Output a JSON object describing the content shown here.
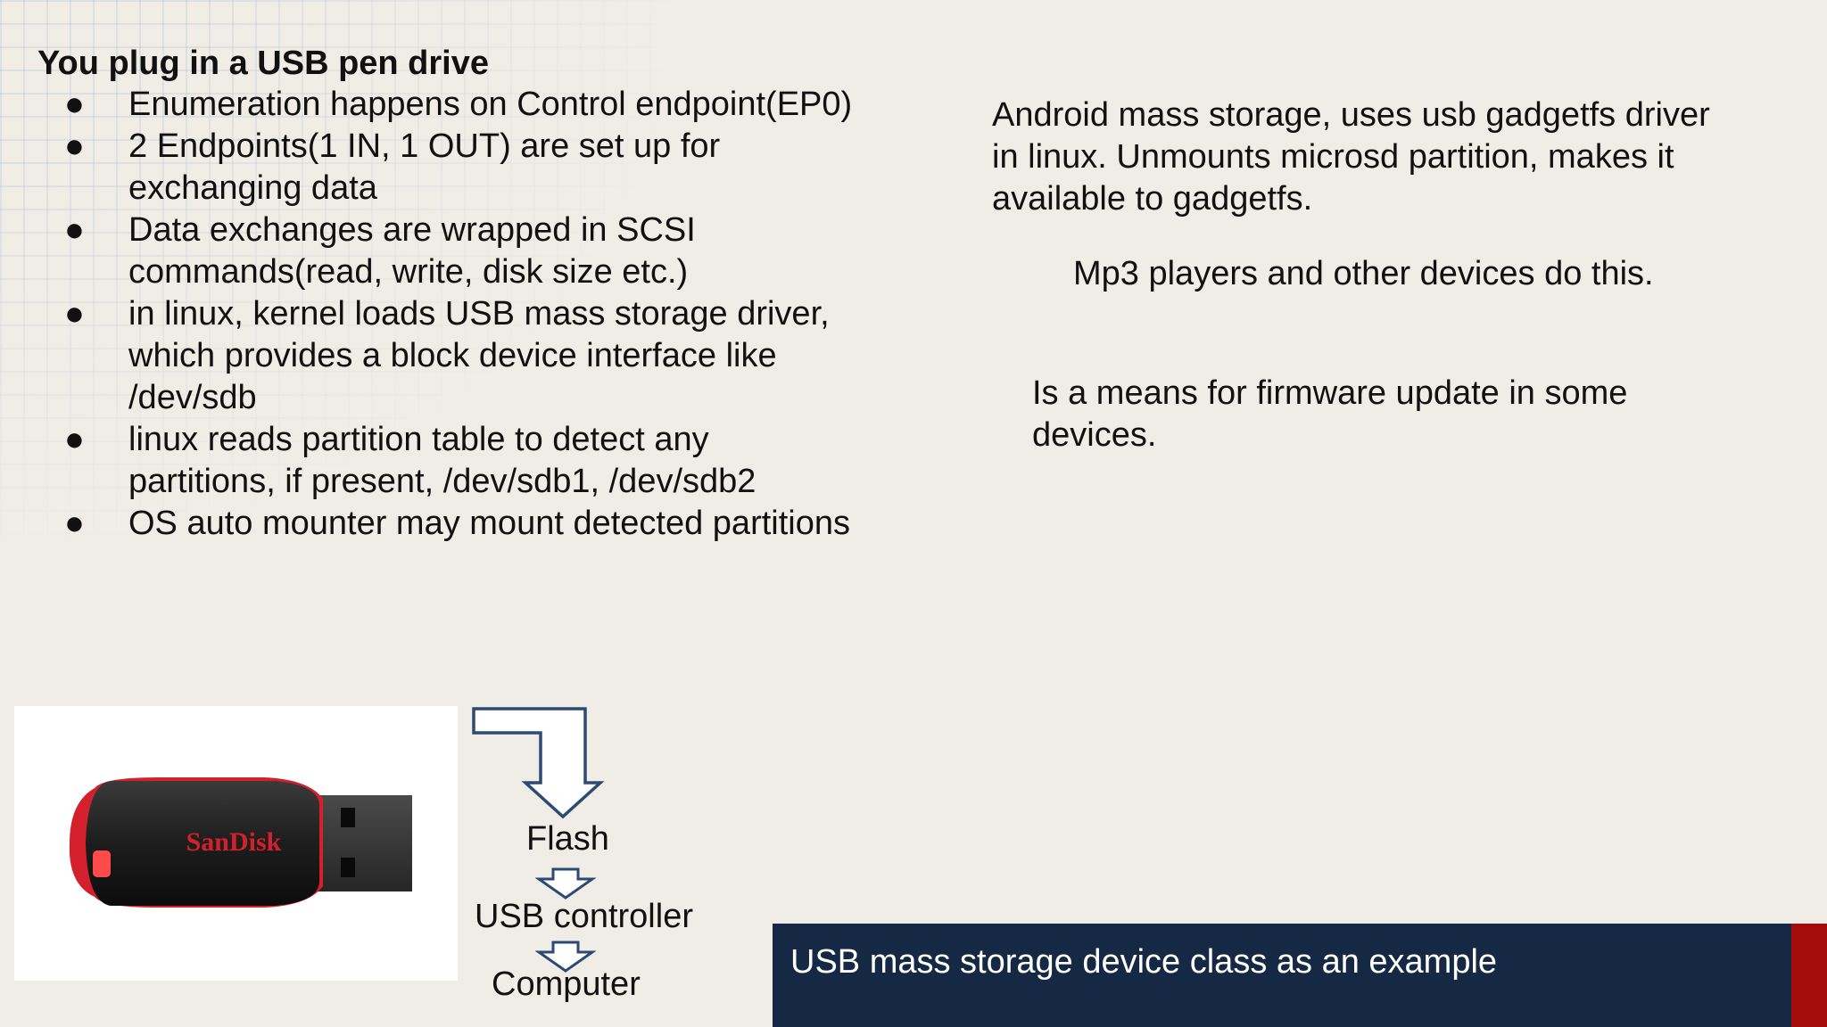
{
  "slide": {
    "heading": "You plug in a USB pen drive",
    "bullet_glyph": "●",
    "bullets": [
      {
        "lines": [
          "Enumeration happens on Control endpoint(EP0)"
        ]
      },
      {
        "lines": [
          "2 Endpoints(1 IN, 1 OUT) are set up for",
          "exchanging data"
        ]
      },
      {
        "lines": [
          "Data exchanges are wrapped in SCSI",
          "commands(read, write, disk size etc.)"
        ]
      },
      {
        "lines": [
          "in linux, kernel loads USB mass storage driver,",
          "which provides a block device interface like",
          "/dev/sdb"
        ]
      },
      {
        "lines": [
          "linux reads partition table to detect any",
          "partitions, if present, /dev/sdb1, /dev/sdb2"
        ]
      },
      {
        "lines": [
          "OS auto mounter may mount detected partitions"
        ]
      }
    ],
    "right_blocks": [
      {
        "lines": [
          "Android mass storage, uses usb gadgetfs driver",
          "in linux. Unmounts microsd partition, makes it",
          "available to gadgetfs."
        ]
      },
      {
        "lines": [
          "Mp3 players and other devices do this."
        ]
      },
      {
        "lines": [
          "Is a means for firmware update in some",
          "devices."
        ]
      }
    ],
    "photo": {
      "brand_text": "SanDisk"
    },
    "flow": {
      "labels": [
        "Flash",
        "USB controller",
        "Computer"
      ]
    },
    "title": "USB mass storage device class as an example",
    "colors": {
      "background": "#f0ece6",
      "title_bar": "#162944",
      "accent_red": "#a50b0b",
      "arrow_stroke": "#2d4a73",
      "brand_red": "#d3202c"
    }
  }
}
